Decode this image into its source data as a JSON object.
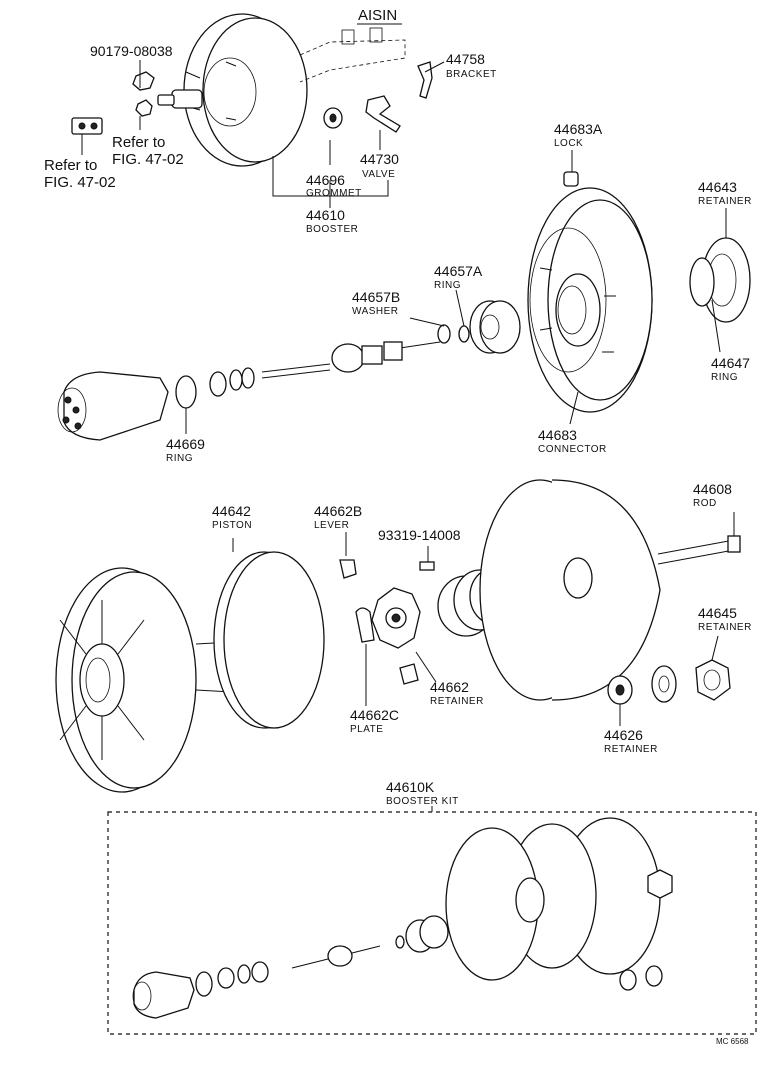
{
  "brand": "AISIN",
  "diagram_code": "MC 6568",
  "references": [
    {
      "line1": "Refer to",
      "line2": "FIG. 47-02"
    },
    {
      "line1": "Refer to",
      "line2": "FIG. 47-02"
    }
  ],
  "parts": [
    {
      "number": "90179-08038",
      "name": ""
    },
    {
      "number": "44758",
      "name": "BRACKET"
    },
    {
      "number": "44730",
      "name": "VALVE"
    },
    {
      "number": "44696",
      "name": "GROMMET"
    },
    {
      "number": "44610",
      "name": "BOOSTER"
    },
    {
      "number": "44683A",
      "name": "LOCK"
    },
    {
      "number": "44643",
      "name": "RETAINER"
    },
    {
      "number": "44657A",
      "name": "RING"
    },
    {
      "number": "44657B",
      "name": "WASHER"
    },
    {
      "number": "44647",
      "name": "RING"
    },
    {
      "number": "44669",
      "name": "RING"
    },
    {
      "number": "44683",
      "name": "CONNECTOR"
    },
    {
      "number": "44642",
      "name": "PISTON"
    },
    {
      "number": "44662B",
      "name": "LEVER"
    },
    {
      "number": "93319-14008",
      "name": ""
    },
    {
      "number": "44608",
      "name": "ROD"
    },
    {
      "number": "44645",
      "name": "RETAINER"
    },
    {
      "number": "44662",
      "name": "RETAINER"
    },
    {
      "number": "44662C",
      "name": "PLATE"
    },
    {
      "number": "44626",
      "name": "RETAINER"
    },
    {
      "number": "44610K",
      "name": "BOOSTER KIT"
    }
  ]
}
